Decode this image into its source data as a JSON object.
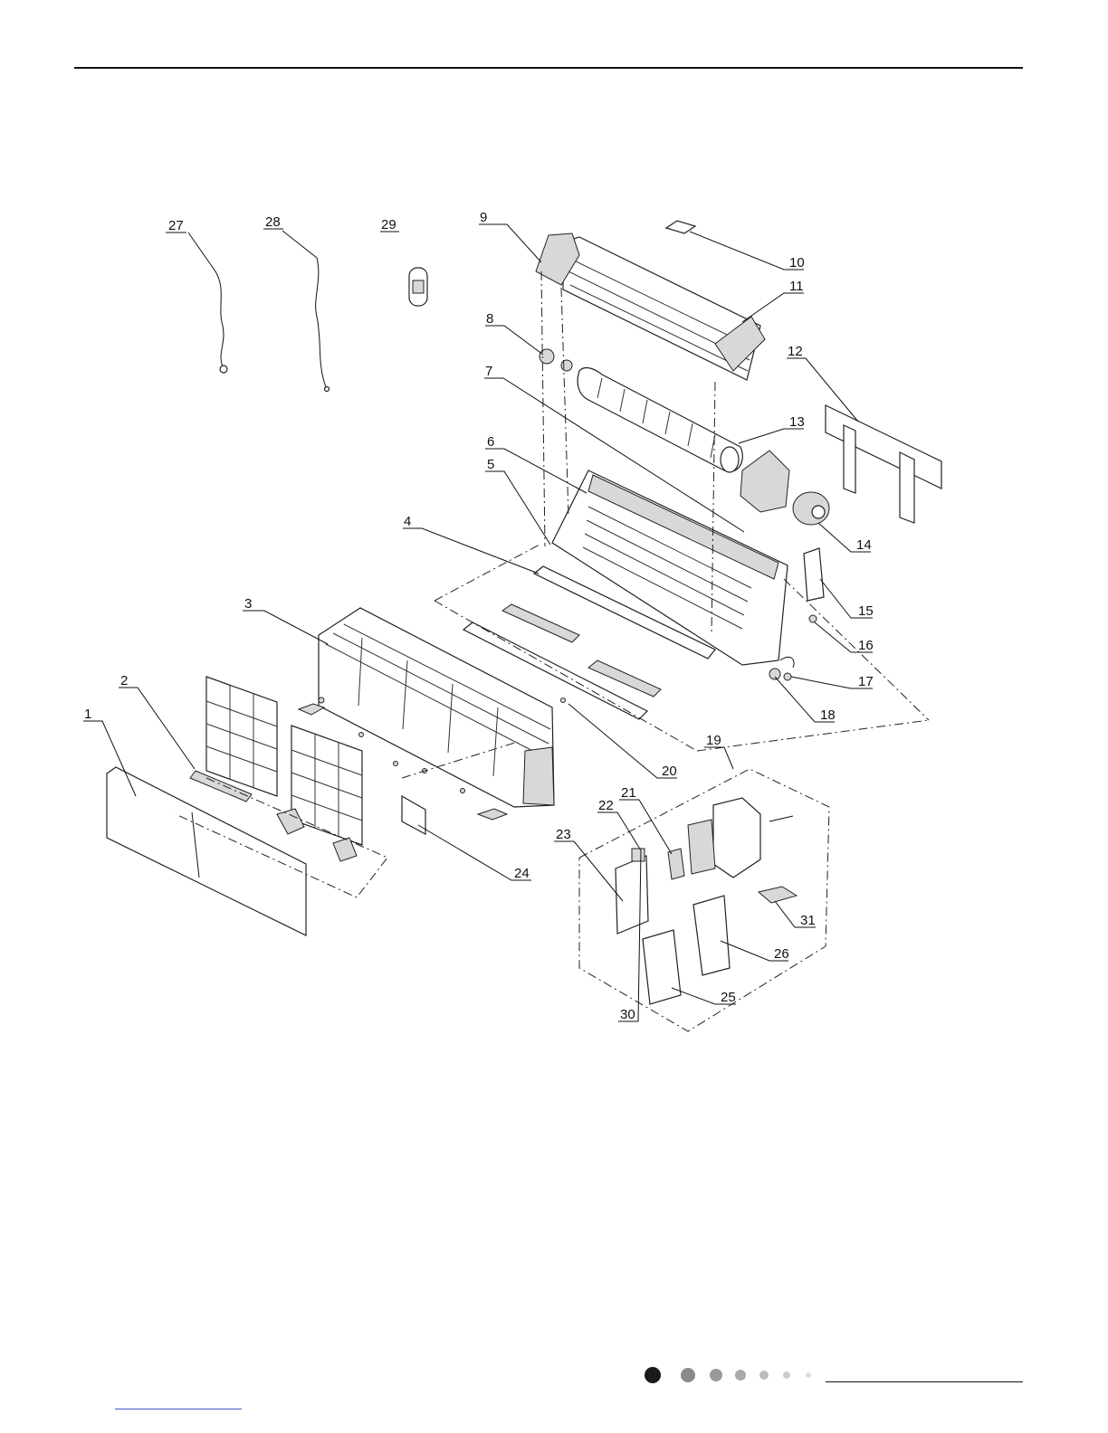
{
  "callouts": {
    "c1": "1",
    "c2": "2",
    "c3": "3",
    "c4": "4",
    "c5": "5",
    "c6": "6",
    "c7": "7",
    "c8": "8",
    "c9": "9",
    "c10": "10",
    "c11": "11",
    "c12": "12",
    "c13": "13",
    "c14": "14",
    "c15": "15",
    "c16": "16",
    "c17": "17",
    "c18": "18",
    "c19": "19",
    "c20": "20",
    "c21": "21",
    "c22": "22",
    "c23": "23",
    "c24": "24",
    "c25": "25",
    "c26": "26",
    "c27": "27",
    "c28": "28",
    "c29": "29",
    "c30": "30",
    "c31": "31"
  },
  "footer": {
    "dot_colors": [
      "#1a1a1a",
      "#8a8a8a",
      "#9a9a9a",
      "#aaaaaa",
      "#bbbbbb",
      "#cccccc",
      "#dddddd"
    ]
  }
}
